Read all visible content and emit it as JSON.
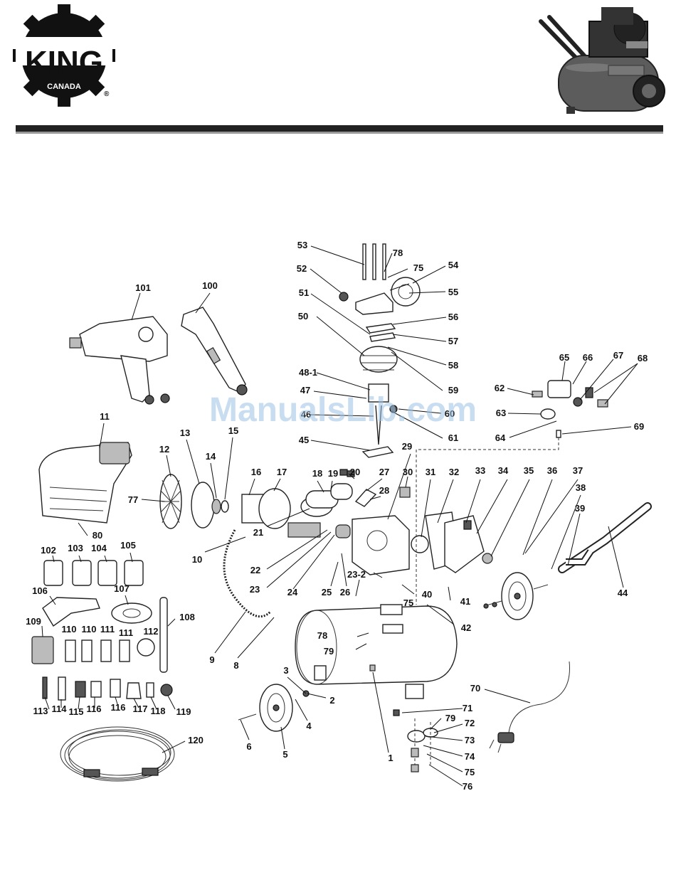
{
  "brand": {
    "name": "KING",
    "sub": "CANADA",
    "registered": "®"
  },
  "watermark": "ManualsLib.com",
  "callouts": [
    {
      "id": "c1",
      "label": "1"
    },
    {
      "id": "c2",
      "label": "2"
    },
    {
      "id": "c3",
      "label": "3"
    },
    {
      "id": "c4",
      "label": "4"
    },
    {
      "id": "c5",
      "label": "5"
    },
    {
      "id": "c6",
      "label": "6"
    },
    {
      "id": "c8",
      "label": "8"
    },
    {
      "id": "c9",
      "label": "9"
    },
    {
      "id": "c10",
      "label": "10"
    },
    {
      "id": "c11",
      "label": "11"
    },
    {
      "id": "c12",
      "label": "12"
    },
    {
      "id": "c13",
      "label": "13"
    },
    {
      "id": "c14",
      "label": "14"
    },
    {
      "id": "c15",
      "label": "15"
    },
    {
      "id": "c16",
      "label": "16"
    },
    {
      "id": "c17",
      "label": "17"
    },
    {
      "id": "c18",
      "label": "18"
    },
    {
      "id": "c19",
      "label": "19"
    },
    {
      "id": "c20",
      "label": "20"
    },
    {
      "id": "c21",
      "label": "21"
    },
    {
      "id": "c22",
      "label": "22"
    },
    {
      "id": "c23",
      "label": "23"
    },
    {
      "id": "c23-2",
      "label": "23-2"
    },
    {
      "id": "c24",
      "label": "24"
    },
    {
      "id": "c25",
      "label": "25"
    },
    {
      "id": "c26",
      "label": "26"
    },
    {
      "id": "c27",
      "label": "27"
    },
    {
      "id": "c28",
      "label": "28"
    },
    {
      "id": "c29",
      "label": "29"
    },
    {
      "id": "c30",
      "label": "30"
    },
    {
      "id": "c31",
      "label": "31"
    },
    {
      "id": "c32",
      "label": "32"
    },
    {
      "id": "c33",
      "label": "33"
    },
    {
      "id": "c34",
      "label": "34"
    },
    {
      "id": "c35",
      "label": "35"
    },
    {
      "id": "c36",
      "label": "36"
    },
    {
      "id": "c37",
      "label": "37"
    },
    {
      "id": "c38",
      "label": "38"
    },
    {
      "id": "c39",
      "label": "39"
    },
    {
      "id": "c40",
      "label": "40"
    },
    {
      "id": "c41",
      "label": "41"
    },
    {
      "id": "c42",
      "label": "42"
    },
    {
      "id": "c44",
      "label": "44"
    },
    {
      "id": "c45",
      "label": "45"
    },
    {
      "id": "c46",
      "label": "46"
    },
    {
      "id": "c47",
      "label": "47"
    },
    {
      "id": "c48-1",
      "label": "48-1"
    },
    {
      "id": "c50",
      "label": "50"
    },
    {
      "id": "c51",
      "label": "51"
    },
    {
      "id": "c52",
      "label": "52"
    },
    {
      "id": "c53",
      "label": "53"
    },
    {
      "id": "c54",
      "label": "54"
    },
    {
      "id": "c55",
      "label": "55"
    },
    {
      "id": "c56",
      "label": "56"
    },
    {
      "id": "c57",
      "label": "57"
    },
    {
      "id": "c58",
      "label": "58"
    },
    {
      "id": "c59",
      "label": "59"
    },
    {
      "id": "c60",
      "label": "60"
    },
    {
      "id": "c61",
      "label": "61"
    },
    {
      "id": "c62",
      "label": "62"
    },
    {
      "id": "c63",
      "label": "63"
    },
    {
      "id": "c64",
      "label": "64"
    },
    {
      "id": "c65",
      "label": "65"
    },
    {
      "id": "c66",
      "label": "66"
    },
    {
      "id": "c67",
      "label": "67"
    },
    {
      "id": "c68",
      "label": "68"
    },
    {
      "id": "c69",
      "label": "69"
    },
    {
      "id": "c70",
      "label": "70"
    },
    {
      "id": "c71",
      "label": "71"
    },
    {
      "id": "c72",
      "label": "72"
    },
    {
      "id": "c73",
      "label": "73"
    },
    {
      "id": "c74",
      "label": "74"
    },
    {
      "id": "c75a",
      "label": "75"
    },
    {
      "id": "c75b",
      "label": "75"
    },
    {
      "id": "c75c",
      "label": "75"
    },
    {
      "id": "c76",
      "label": "76"
    },
    {
      "id": "c77",
      "label": "77"
    },
    {
      "id": "c78a",
      "label": "78"
    },
    {
      "id": "c78b",
      "label": "78"
    },
    {
      "id": "c79a",
      "label": "79"
    },
    {
      "id": "c79b",
      "label": "79"
    },
    {
      "id": "c80",
      "label": "80"
    },
    {
      "id": "c100",
      "label": "100"
    },
    {
      "id": "c101",
      "label": "101"
    },
    {
      "id": "c102",
      "label": "102"
    },
    {
      "id": "c103",
      "label": "103"
    },
    {
      "id": "c104",
      "label": "104"
    },
    {
      "id": "c105",
      "label": "105"
    },
    {
      "id": "c106",
      "label": "106"
    },
    {
      "id": "c107",
      "label": "107"
    },
    {
      "id": "c108",
      "label": "108"
    },
    {
      "id": "c109",
      "label": "109"
    },
    {
      "id": "c110a",
      "label": "110"
    },
    {
      "id": "c110b",
      "label": "110"
    },
    {
      "id": "c111a",
      "label": "111"
    },
    {
      "id": "c111b",
      "label": "111"
    },
    {
      "id": "c112",
      "label": "112"
    },
    {
      "id": "c113",
      "label": "113"
    },
    {
      "id": "c114",
      "label": "114"
    },
    {
      "id": "c115",
      "label": "115"
    },
    {
      "id": "c116a",
      "label": "116"
    },
    {
      "id": "c116b",
      "label": "116"
    },
    {
      "id": "c117",
      "label": "117"
    },
    {
      "id": "c118",
      "label": "118"
    },
    {
      "id": "c119",
      "label": "119"
    },
    {
      "id": "c120",
      "label": "120"
    }
  ]
}
